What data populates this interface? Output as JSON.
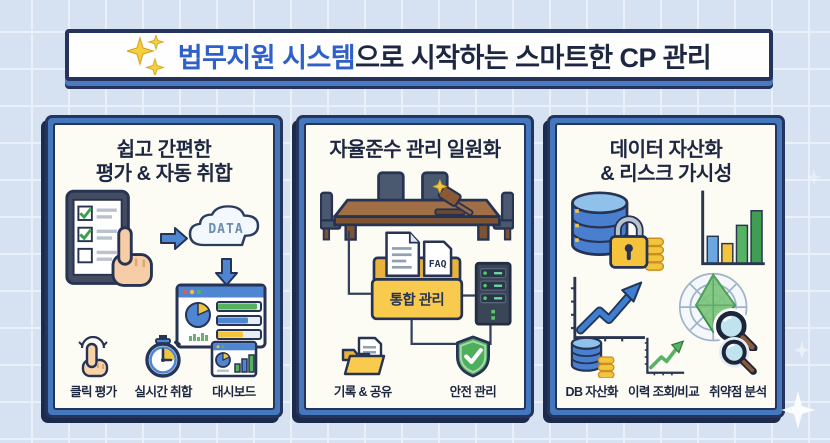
{
  "page": {
    "background_color": "#d6e2f1",
    "grid_color": "#e9f0f9",
    "theme": {
      "navy_outline": "#24345c",
      "accent_blue": "#4577bd",
      "highlight_blue": "#2f5fc8",
      "text_dark": "#1e2742",
      "card_background": "#fdfcf4",
      "yellow": "#f3c53d",
      "green": "#4fae5c"
    }
  },
  "banner": {
    "icon": "sparkles-icon",
    "title_highlight": "법무지원 시스템",
    "title_rest": "으로 시작하는 스마트한 CP 관리"
  },
  "cards": [
    {
      "id": "easy-evaluation",
      "title_lines": [
        "쉽고 간편한",
        "평가 & 자동 취합"
      ],
      "illustration": {
        "icons": [
          "tablet-checklist-icon",
          "arrow-right-icon",
          "data-cloud-icon",
          "arrow-down-icon",
          "dashboard-window-icon"
        ],
        "cloud_label": "DATA"
      },
      "features": [
        {
          "icon": "click-hand-icon",
          "label": "클릭 평가"
        },
        {
          "icon": "stopwatch-icon",
          "label": "실시간 취합"
        },
        {
          "icon": "mini-dashboard-icon",
          "label": "대시보드"
        }
      ]
    },
    {
      "id": "unified-compliance",
      "title_lines": [
        "자율준수 관리 일원화"
      ],
      "illustration": {
        "icons": [
          "meeting-table-gavel-icon",
          "document-icon",
          "faq-document-icon",
          "folder-icon",
          "server-icon"
        ],
        "faq_label": "FAQ",
        "folder_label": "통합 관리"
      },
      "features": [
        {
          "icon": "folder-share-icon",
          "label": "기록 & 공유"
        },
        {
          "icon": "shield-check-icon",
          "label": "안전 관리"
        }
      ]
    },
    {
      "id": "data-asset-risk",
      "title_lines": [
        "데이터 자산화",
        "& 리스크 가시성"
      ],
      "illustration": {
        "icons": [
          "database-lock-icon",
          "bar-chart-icon",
          "line-chart-arrow-icon",
          "radar-magnifier-icon"
        ]
      },
      "features": [
        {
          "icon": "db-coins-icon",
          "label": "DB 자산화"
        },
        {
          "icon": "trend-compare-icon",
          "label": "이력 조회/비교"
        },
        {
          "icon": "magnifier-icon",
          "label": "취약점 분석"
        }
      ]
    }
  ],
  "icons_legend": {
    "sparkles-icon": "three yellow four-point stars",
    "sparkle-decor-icon": "white four-point star on background",
    "arrow-right-icon": "blue pixel arrow pointing right",
    "arrow-down-icon": "blue pixel arrow pointing down"
  }
}
